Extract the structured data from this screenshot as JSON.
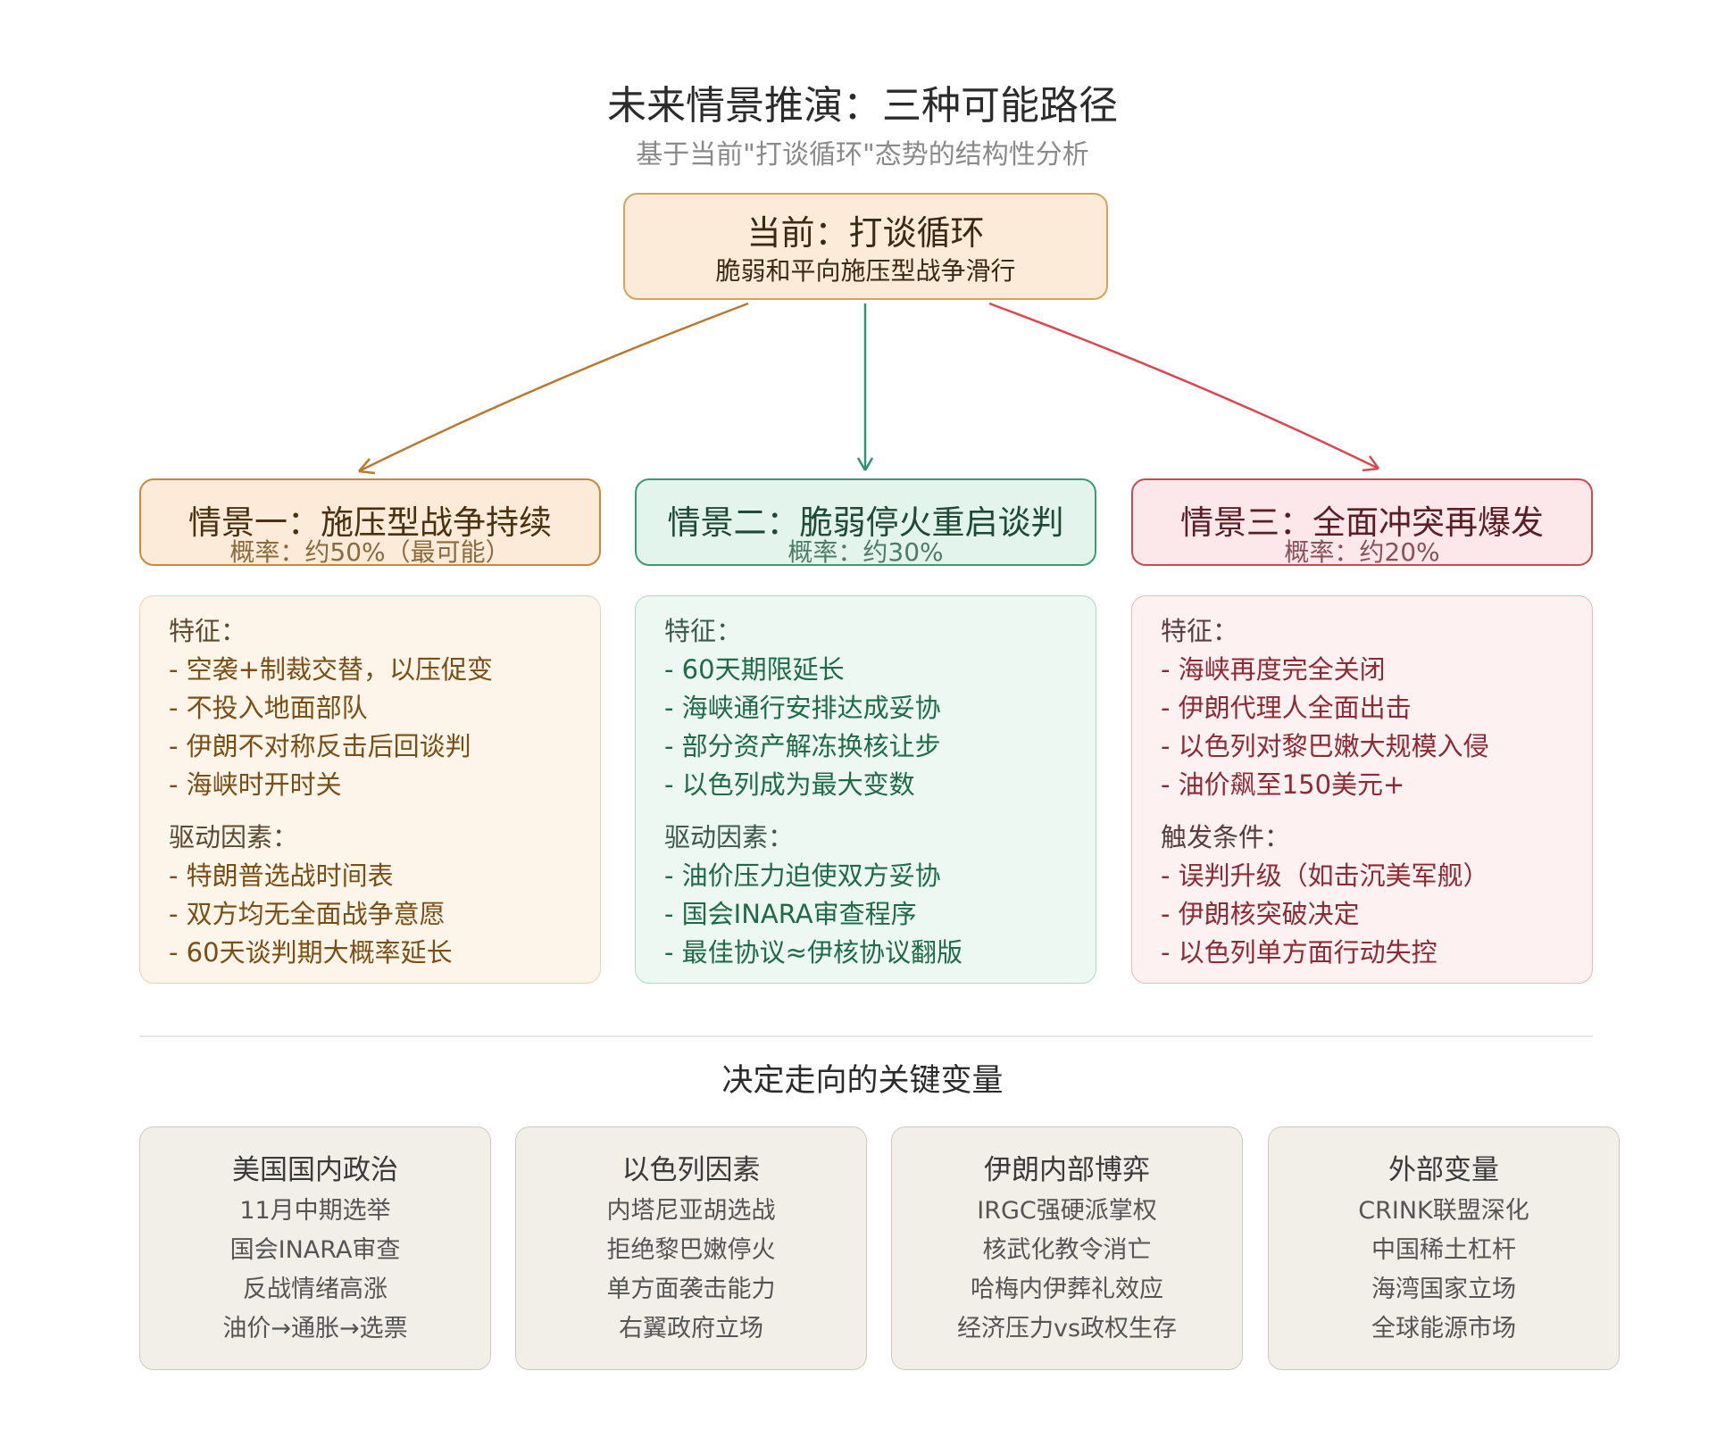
{
  "header": {
    "title": "未来情景推演：三种可能路径",
    "subtitle": "基于当前\"打谈循环\"态势的结构性分析"
  },
  "current": {
    "title": "当前：打谈循环",
    "subtitle": "脆弱和平向施压型战争滑行"
  },
  "scenarios": [
    {
      "title": "情景一：施压型战争持续",
      "probability": "概率：约50%（最可能）",
      "sections": [
        {
          "heading": "特征：",
          "items": [
            "- 空袭+制裁交替，以压促变",
            "- 不投入地面部队",
            "- 伊朗不对称反击后回谈判",
            "- 海峡时开时关"
          ]
        },
        {
          "heading": "驱动因素：",
          "items": [
            "- 特朗普选战时间表",
            "- 双方均无全面战争意愿",
            "- 60天谈判期大概率延长"
          ]
        }
      ]
    },
    {
      "title": "情景二：脆弱停火重启谈判",
      "probability": "概率：约30%",
      "sections": [
        {
          "heading": "特征：",
          "items": [
            "- 60天期限延长",
            "- 海峡通行安排达成妥协",
            "- 部分资产解冻换核让步",
            "- 以色列成为最大变数"
          ]
        },
        {
          "heading": "驱动因素：",
          "items": [
            "- 油价压力迫使双方妥协",
            "- 国会INARA审查程序",
            "- 最佳协议≈伊核协议翻版"
          ]
        }
      ]
    },
    {
      "title": "情景三：全面冲突再爆发",
      "probability": "概率：约20%",
      "sections": [
        {
          "heading": "特征：",
          "items": [
            "- 海峡再度完全关闭",
            "- 伊朗代理人全面出击",
            "- 以色列对黎巴嫩大规模入侵",
            "- 油价飙至150美元+"
          ]
        },
        {
          "heading": "触发条件：",
          "items": [
            "- 误判升级（如击沉美军舰）",
            "- 伊朗核突破决定",
            "- 以色列单方面行动失控"
          ]
        }
      ]
    }
  ],
  "variables": {
    "title": "决定走向的关键变量",
    "boxes": [
      {
        "title": "美国国内政治",
        "items": [
          "11月中期选举",
          "国会INARA审查",
          "反战情绪高涨",
          "油价→通胀→选票"
        ]
      },
      {
        "title": "以色列因素",
        "items": [
          "内塔尼亚胡选战",
          "拒绝黎巴嫩停火",
          "单方面袭击能力",
          "右翼政府立场"
        ]
      },
      {
        "title": "伊朗内部博弈",
        "items": [
          "IRGC强硬派掌权",
          "核武化教令消亡",
          "哈梅内伊葬礼效应",
          "经济压力vs政权生存"
        ]
      },
      {
        "title": "外部变量",
        "items": [
          "CRINK联盟深化",
          "中国稀土杠杆",
          "海湾国家立场",
          "全球能源市场"
        ]
      }
    ]
  },
  "colors": {
    "arrow_left": "#b87a2e",
    "arrow_center": "#2f9470",
    "arrow_right": "#d9484f"
  }
}
